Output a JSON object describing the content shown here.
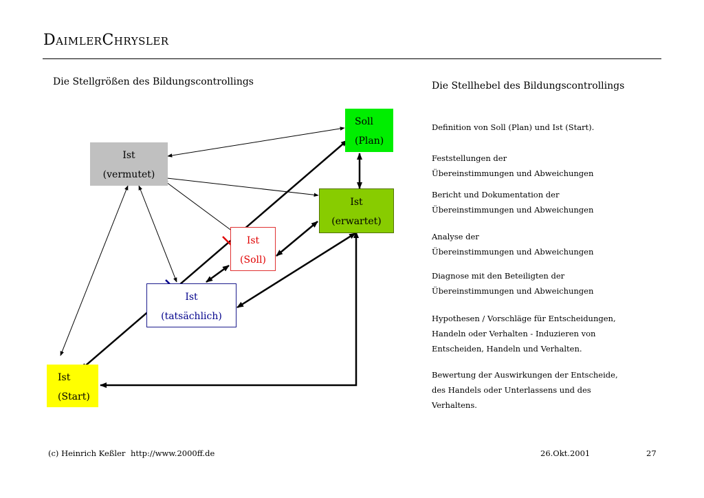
{
  "header": {
    "logo": "DaimlerChrysler"
  },
  "left": {
    "heading": "Die Stellgrößen des Bildungscontrollings"
  },
  "right": {
    "heading": "Die Stellhebel des Bildungscontrollings",
    "steps": [
      {
        "lines": [
          "Definition von Soll (Plan) und Ist (Start)."
        ]
      },
      {
        "lines": [
          "Feststellungen der",
          "Übereinstimmungen und Abweichungen"
        ]
      },
      {
        "lines": [
          "Bericht und Dokumentation der",
          "Übereinstimmungen und Abweichungen"
        ]
      },
      {
        "lines": [
          "Analyse der",
          "Übereinstimmungen und Abweichungen"
        ]
      },
      {
        "lines": [
          "Diagnose mit den Beteiligten der",
          "Übereinstimmungen und Abweichungen"
        ]
      },
      {
        "lines": [
          "Hypothesen / Vorschläge für Entscheidungen,",
          "Handeln oder Verhalten - Induzieren von",
          "Entscheiden, Handeln und Verhalten."
        ]
      },
      {
        "lines": [
          "Bewertung der Auswirkungen der Entscheide,",
          "des Handels oder Unterlassens und des",
          "Verhaltens."
        ]
      }
    ]
  },
  "diagram": {
    "nodes": {
      "vermutet": {
        "line1": "Ist",
        "line2": "(vermutet)",
        "color": "#c0c0c0"
      },
      "plan": {
        "line1": "Soll",
        "line2": "(Plan)",
        "color": "#00ee00"
      },
      "erwartet": {
        "line1": "Ist",
        "line2": "(erwartet)",
        "color": "#88cc00"
      },
      "soll": {
        "line1": "Ist",
        "line2": "(Soll)",
        "color": "#e00000"
      },
      "tatsaechlich": {
        "line1": "Ist",
        "line2": "(tatsächlich)",
        "color": "#00008b"
      },
      "start": {
        "line1": "Ist",
        "line2": "(Start)",
        "color": "#ffff00"
      }
    }
  },
  "footer": {
    "author": "(c) Heinrich Keßler",
    "url": "http://www.2000ff.de",
    "date": "26.Okt.2001",
    "page": "27"
  }
}
